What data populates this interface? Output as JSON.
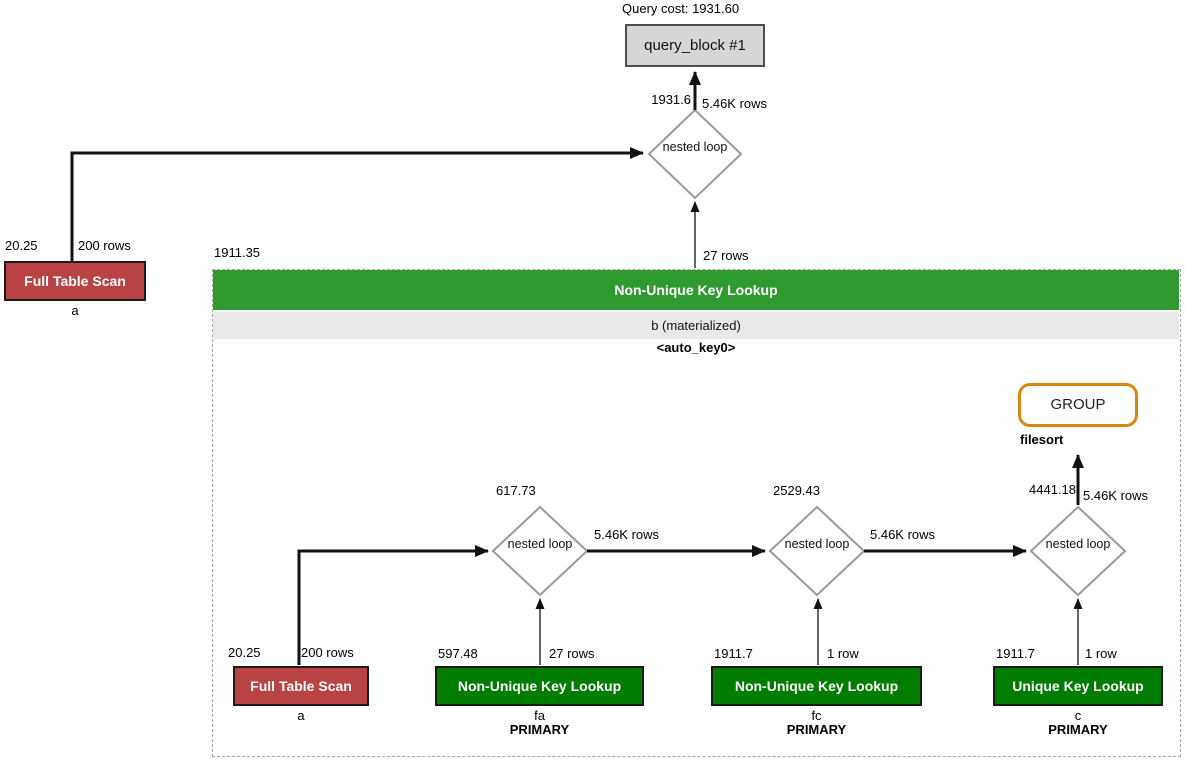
{
  "colors": {
    "header_green": "#2f9a30",
    "leaf_green": "#007c00",
    "scan_red": "#b94343",
    "block_gray": "#d6d6d6",
    "group_orange": "#d8870f"
  },
  "query_block": {
    "cost_label": "Query cost: 1931.60",
    "title": "query_block #1"
  },
  "root_edge": {
    "cost": "1931.6",
    "rows": "5.46K rows"
  },
  "top_nested_loop": {
    "label": "nested loop"
  },
  "outer_scan": {
    "cost": "20.25",
    "rows": "200 rows",
    "op": "Full Table Scan",
    "table": "a"
  },
  "subquery": {
    "cost": "1911.35",
    "out_rows": "27 rows",
    "header": "Non-Unique Key Lookup",
    "table": "b (materialized)",
    "key": "<auto_key0>",
    "group": {
      "label": "GROUP",
      "sort": "filesort",
      "cost": "4441.18",
      "rows": "5.46K rows"
    },
    "nested_loops": [
      {
        "cost": "617.73",
        "out_rows": "5.46K rows",
        "label": "nested loop"
      },
      {
        "cost": "2529.43",
        "out_rows": "5.46K rows",
        "label": "nested loop"
      },
      {
        "label": "nested loop"
      }
    ],
    "leaves": [
      {
        "cost": "20.25",
        "rows": "200 rows",
        "op": "Full Table Scan",
        "table": "a",
        "key": ""
      },
      {
        "cost": "597.48",
        "rows": "27 rows",
        "op": "Non-Unique Key Lookup",
        "table": "fa",
        "key": "PRIMARY"
      },
      {
        "cost": "1911.7",
        "rows": "1 row",
        "op": "Non-Unique Key Lookup",
        "table": "fc",
        "key": "PRIMARY"
      },
      {
        "cost": "1911.7",
        "rows": "1 row",
        "op": "Unique Key Lookup",
        "table": "c",
        "key": "PRIMARY"
      }
    ]
  }
}
